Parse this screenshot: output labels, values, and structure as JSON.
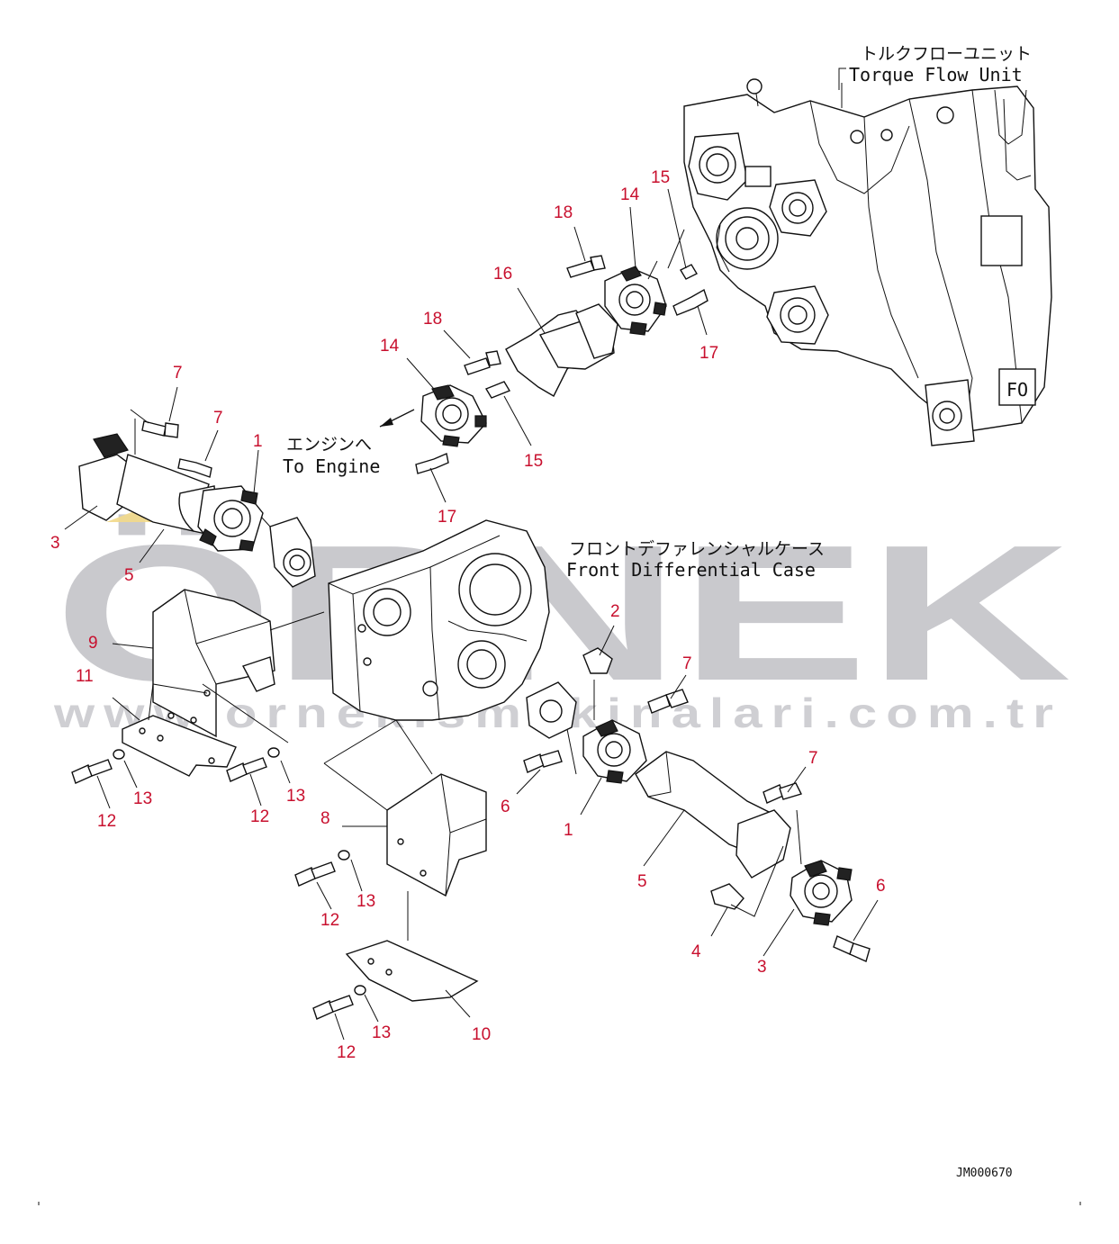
{
  "labels": {
    "torque_jp": "トルクフローユニット",
    "torque_en": "Torque Flow Unit",
    "engine_jp": "エンジンへ",
    "engine_en": "To Engine",
    "diff_jp": "フロントデファレンシャルケース",
    "diff_en": "Front Differential Case",
    "drawing_code": "JM000670"
  },
  "watermark": {
    "brand": "ÖRNEK",
    "url": "www.ornekismakinalari.com.tr",
    "color": "#c9c9cd",
    "accent": "#f2d98a"
  },
  "callouts": [
    {
      "id": "c1",
      "text": "7"
    },
    {
      "id": "c2",
      "text": "7"
    },
    {
      "id": "c3",
      "text": "1"
    },
    {
      "id": "c4",
      "text": "3"
    },
    {
      "id": "c5",
      "text": "5"
    },
    {
      "id": "c6",
      "text": "9"
    },
    {
      "id": "c7",
      "text": "11"
    },
    {
      "id": "c8",
      "text": "12"
    },
    {
      "id": "c9",
      "text": "13"
    },
    {
      "id": "c10",
      "text": "12"
    },
    {
      "id": "c11",
      "text": "13"
    },
    {
      "id": "c12",
      "text": "18"
    },
    {
      "id": "c13",
      "text": "14"
    },
    {
      "id": "c14",
      "text": "16"
    },
    {
      "id": "c15",
      "text": "15"
    },
    {
      "id": "c16",
      "text": "17"
    },
    {
      "id": "c17",
      "text": "18"
    },
    {
      "id": "c18",
      "text": "14"
    },
    {
      "id": "c19",
      "text": "15"
    },
    {
      "id": "c20",
      "text": "17"
    },
    {
      "id": "c21",
      "text": "2"
    },
    {
      "id": "c22",
      "text": "7"
    },
    {
      "id": "c23",
      "text": "6"
    },
    {
      "id": "c24",
      "text": "1"
    },
    {
      "id": "c25",
      "text": "7"
    },
    {
      "id": "c26",
      "text": "8"
    },
    {
      "id": "c27",
      "text": "13"
    },
    {
      "id": "c28",
      "text": "12"
    },
    {
      "id": "c29",
      "text": "5"
    },
    {
      "id": "c30",
      "text": "6"
    },
    {
      "id": "c31",
      "text": "4"
    },
    {
      "id": "c32",
      "text": "3"
    },
    {
      "id": "c33",
      "text": "10"
    },
    {
      "id": "c34",
      "text": "13"
    },
    {
      "id": "c35",
      "text": "12"
    }
  ]
}
